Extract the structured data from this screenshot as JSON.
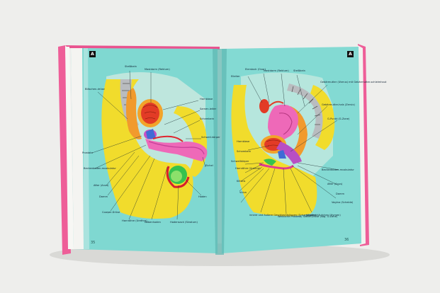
{
  "left_page": {
    "number": "35",
    "section_marker": "A",
    "labels": [
      "Steißbein",
      "Mastdarm (Rektum)",
      "Bläschen-drüse",
      "Harnblase",
      "Samen-leiter",
      "Schambein",
      "Prostata",
      "Beckenboden-muskulatur",
      "After (Anus)",
      "Damm",
      "Cowper-Drüse",
      "Harnröhre (Urethra)",
      "Nebenhoden",
      "Hodensack (Skrotum)",
      "Hoden",
      "Eichel",
      "Schwell-körper"
    ]
  },
  "right_page": {
    "number": "36",
    "section_marker": "A",
    "labels": [
      "Eierstock (Ovar)",
      "Mastdarm (Rektum)",
      "Steißbein",
      "Eileiter",
      "Gebärmutter (Uterus) mit Gebärmutter-schleimhaut",
      "Gebärmutter-hals (Zervix)",
      "G-Punkt (G-Zone)",
      "Harnblase",
      "Schambein",
      "Beckenboden-muskulatur",
      "Harnröhre (Urethra)",
      "Klitoris",
      "Vulva",
      "After (Anus)",
      "Damm",
      "innere und äußere Geschlechtslippen (Schamlippen)",
      "Weibliche Prostata/ Skene-Drüse (sog. G-Zone)",
      "Jungfernhäutchen (Hymen)",
      "Vagina (Scheide)",
      "Schwellkörper"
    ]
  }
}
